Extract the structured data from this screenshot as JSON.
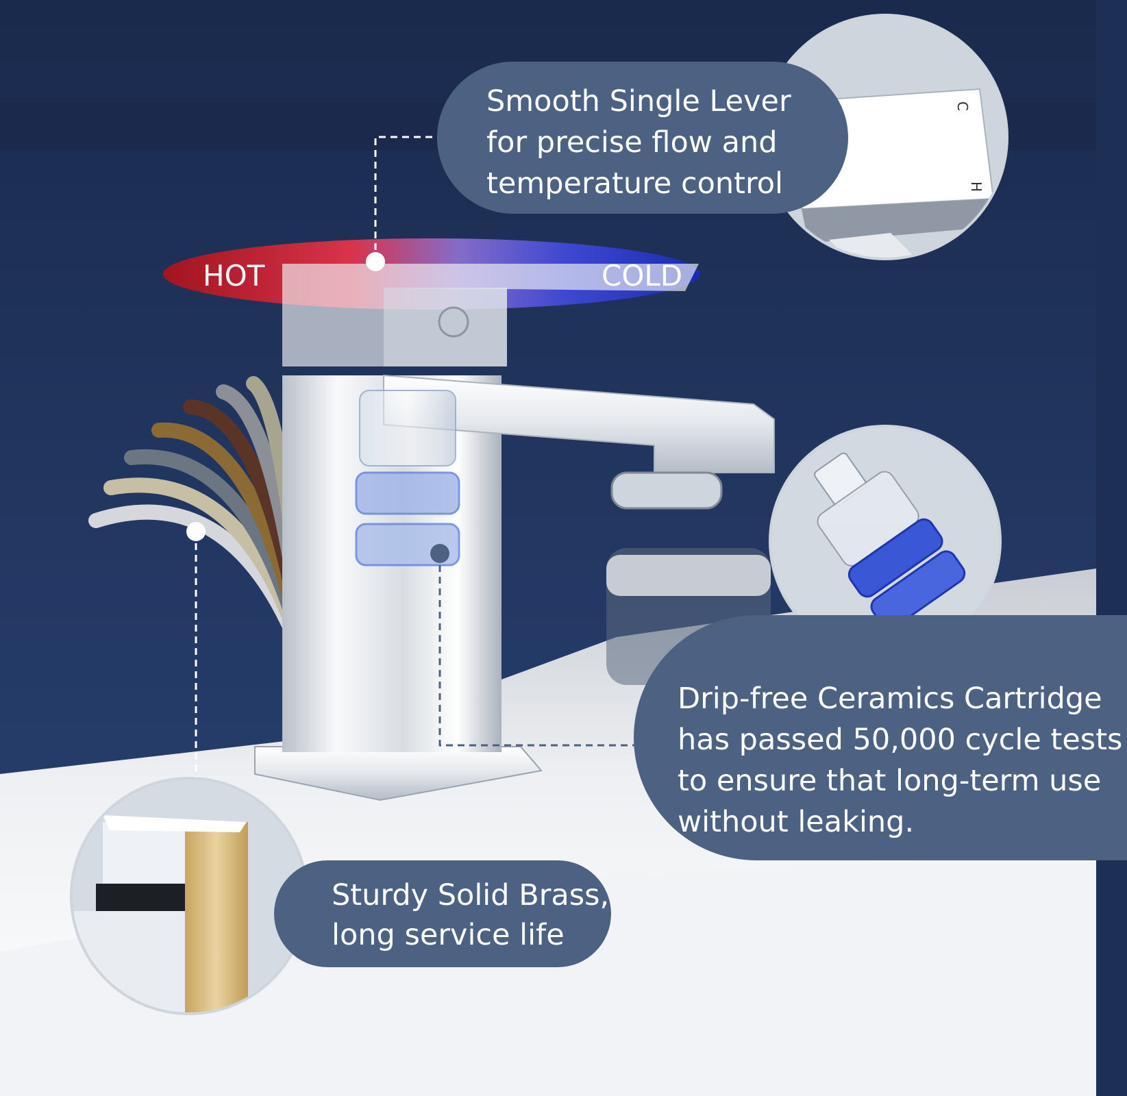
{
  "temperature": {
    "hot_label": "HOT",
    "cold_label": "COLD"
  },
  "lever_handle_marks": {
    "cold": "C",
    "hot": "H"
  },
  "callouts": {
    "lever": [
      "Smooth Single Lever",
      "for precise flow and",
      "temperature control"
    ],
    "cartridge": [
      "Drip-free Ceramics Cartridge",
      "has passed 50,000 cycle tests",
      "to ensure that long-term use",
      "without leaking."
    ],
    "brass": [
      "Sturdy Solid Brass,",
      "long service life"
    ]
  },
  "colors": {
    "background": "#1d2f55",
    "callout_fill": "#4d6282",
    "hot": "#b3161c",
    "cold": "#1b2bb5",
    "chrome": "#e8ecf1",
    "brass": "#d4b471"
  }
}
